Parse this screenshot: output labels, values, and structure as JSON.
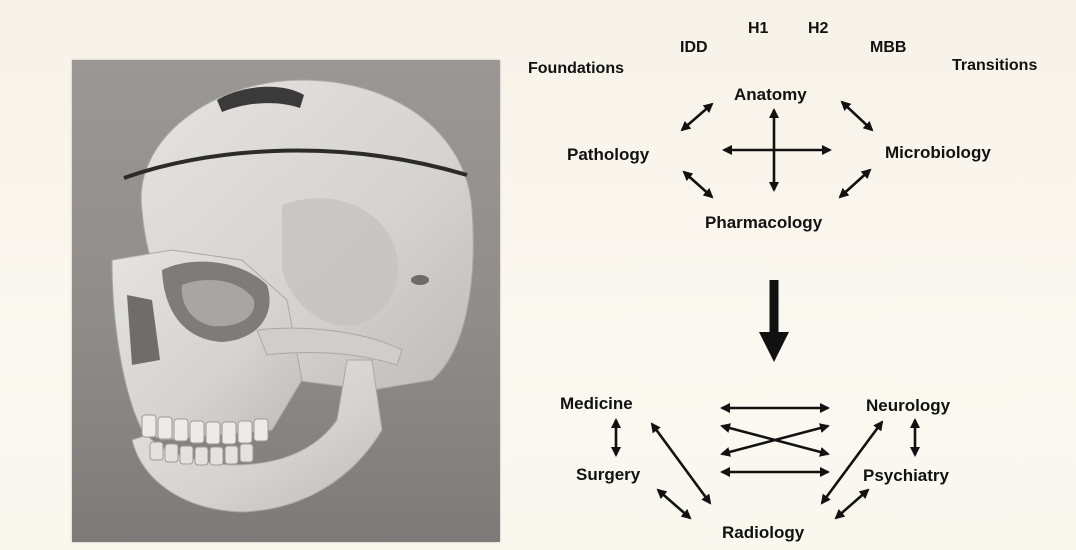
{
  "header_tags": [
    "Foundations",
    "IDD",
    "H1",
    "H2",
    "MBB",
    "Transitions"
  ],
  "top_cluster": {
    "nodes": [
      "Anatomy",
      "Pathology",
      "Microbiology",
      "Pharmacology"
    ]
  },
  "bottom_cluster": {
    "nodes": [
      "Medicine",
      "Surgery",
      "Neurology",
      "Psychiatry",
      "Radiology"
    ]
  },
  "image": {
    "subject": "3D skull model",
    "colors": {
      "background": "#908d8a",
      "bone": "#d6d6d2",
      "shadow": "#a5a4a1"
    }
  },
  "colors": {
    "text": "#111111",
    "slide_background": "#f9f5ec"
  }
}
